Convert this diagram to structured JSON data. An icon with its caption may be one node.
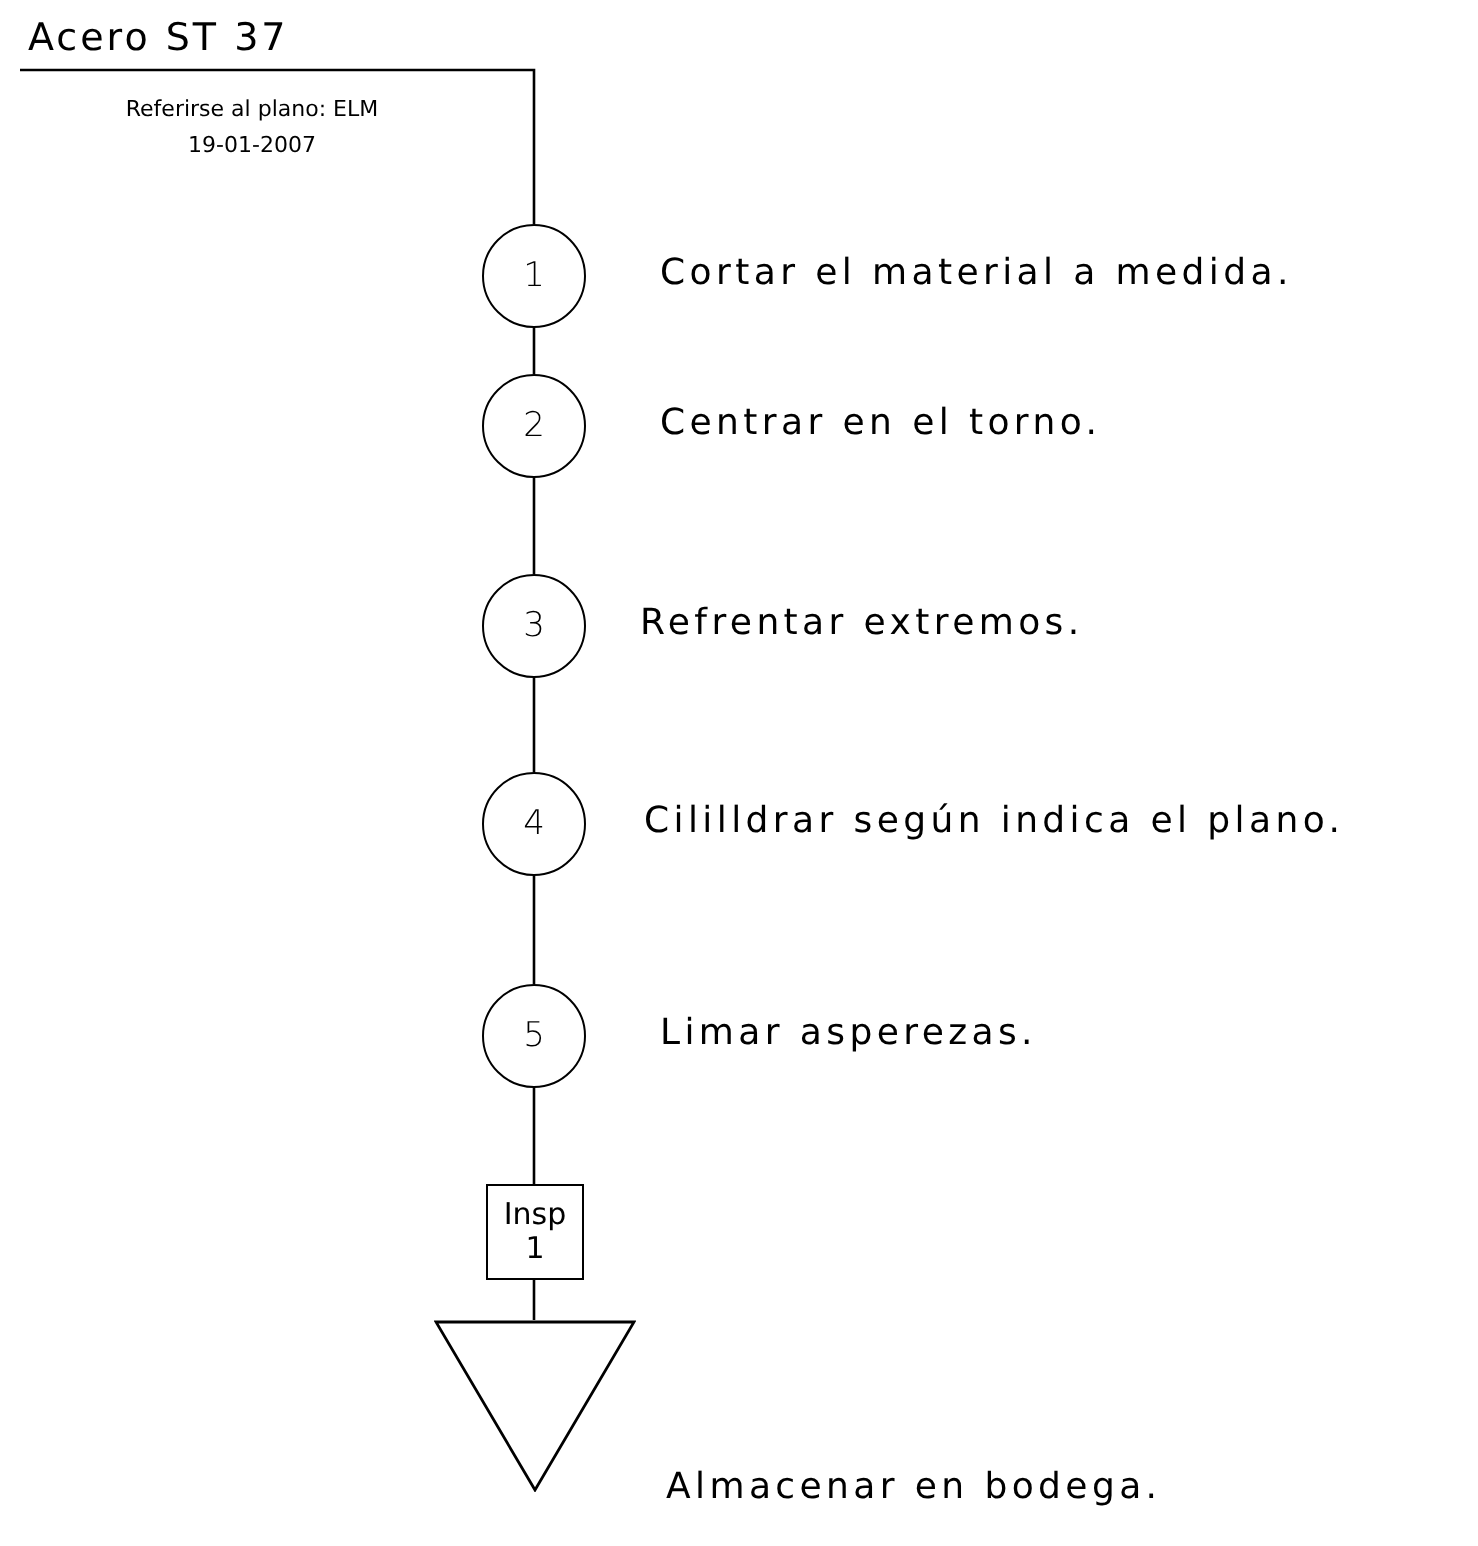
{
  "diagram": {
    "nodes": [
      {
        "text": [
          "Acero ST 37"
        ]
      },
      {
        "text": [
          "1"
        ],
        "beside": [
          "Cortar el material a medida."
        ]
      },
      {
        "text": [
          "2"
        ],
        "beside": [
          "Centrar en el torno."
        ]
      },
      {
        "text": [
          "3"
        ],
        "beside": [
          "Refrentar extremos."
        ]
      },
      {
        "text": [
          "4"
        ],
        "beside": [
          "Cililldrar según indica el plano."
        ]
      },
      {
        "text": [
          "5"
        ],
        "beside": [
          "Limar asperezas."
        ]
      },
      {
        "text": [
          "Insp 1"
        ]
      },
      {
        "text": [],
        "shape": "triangle",
        "beside": [
          "Almacenar en bodega."
        ]
      }
    ],
    "edges": [
      {
        "from": 0,
        "to": 1,
        "arrow": "none"
      },
      {
        "from": 1,
        "to": 2,
        "arrow": "none"
      },
      {
        "from": 2,
        "to": 3,
        "arrow": "none"
      },
      {
        "from": 3,
        "to": 4,
        "arrow": "none"
      },
      {
        "from": 4,
        "to": 5,
        "arrow": "none"
      },
      {
        "from": 5,
        "to": 6,
        "arrow": "none"
      },
      {
        "from": 6,
        "to": 7,
        "arrow": "none"
      }
    ],
    "labels": [
      "Referirse al plano: ELM 19-01-2007"
    ]
  }
}
